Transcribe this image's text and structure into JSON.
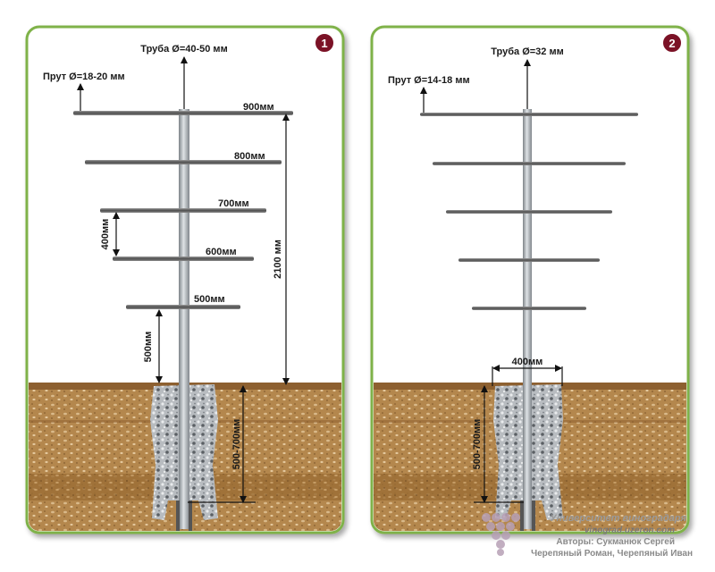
{
  "colors": {
    "panel_border": "#7fb24a",
    "badge": "#7b1226",
    "soil_top": "#b98a4e",
    "soil_mid": "#a77a40",
    "concrete": "#9fa4a8",
    "rod": "#6c6c6c",
    "pipe": "#a9aeb3",
    "grape": "#b7a0b6"
  },
  "panel1": {
    "badge": "1",
    "pipe_label": "Труба Ø=40-50 мм",
    "rod_label": "Прут Ø=18-20 мм",
    "arms": [
      "900мм",
      "800мм",
      "700мм",
      "600мм",
      "500мм"
    ],
    "spacing_label": "400мм",
    "bottom_gap_label": "500мм",
    "height_label": "2100 мм",
    "depth_label": "500-700мм"
  },
  "panel2": {
    "badge": "2",
    "pipe_label": "Труба Ø=32 мм",
    "rod_label": "Прут Ø=14-18 мм",
    "width_label": "400мм",
    "depth_label": "500-700мм"
  },
  "credits": {
    "line1": "Университет виноградаря",
    "line2": "vinograd.uzeron.com",
    "line3": "Авторы: Сукманюк Сергей",
    "line4": "Черепяный Роман, Черепяный Иван"
  }
}
